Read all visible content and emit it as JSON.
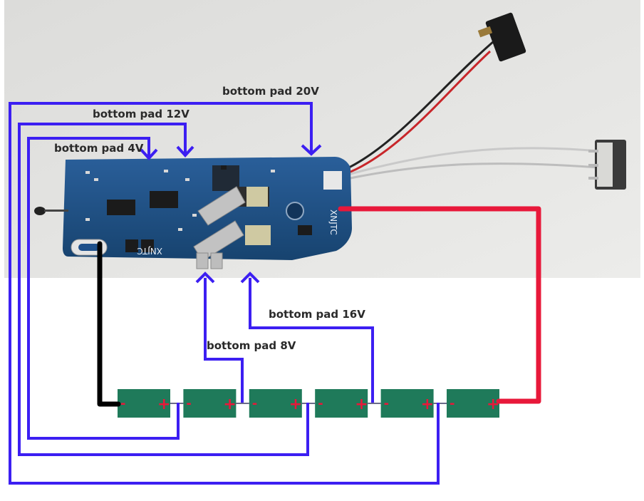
{
  "labels": {
    "pad20": "bottom pad 20V",
    "pad12": "bottom pad 12V",
    "pad4": "bottom pad 4V",
    "pad16": "bottom pad 16V",
    "pad8": "bottom pad 8V"
  },
  "board": {
    "silkscreen_right": "XNJTC",
    "silkscreen_bottom": "XNJTC"
  },
  "cells": {
    "minus_symbol": "-",
    "plus_symbol": "+",
    "count": 6
  },
  "colors": {
    "wire_blue": "#3c1ff2",
    "wire_red": "#e8183a",
    "wire_black": "#000000",
    "cell_green": "#1f7a5a",
    "cell_plus": "#e8183a",
    "board_blue": "#1d4f8a",
    "photo_bg": "#e6e6e4"
  }
}
